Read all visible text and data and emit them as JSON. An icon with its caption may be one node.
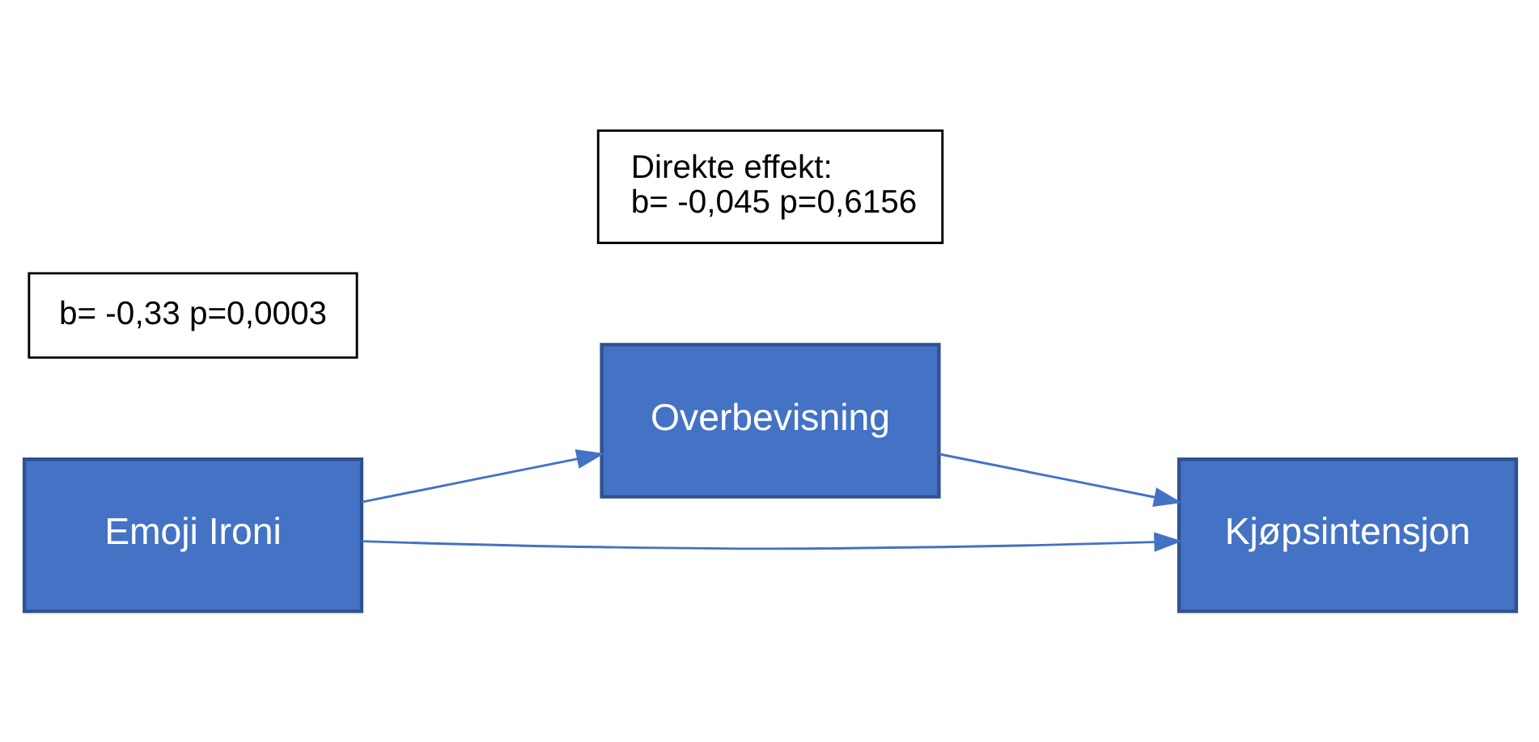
{
  "diagram": {
    "nodes": [
      {
        "text": [
          "Overbevisning"
        ]
      },
      {
        "text": [
          "b= -0,33 p=0,0003"
        ]
      },
      {
        "text": [
          "Emoji Ironi"
        ]
      },
      {
        "text": [
          "Kjøpsintensjon"
        ]
      },
      {
        "text": [
          "Direkte effekt:",
          "b= -0,045 p=0,6156"
        ]
      }
    ],
    "edges": [
      {
        "from": 2,
        "to": 0,
        "arrow": "to"
      },
      {
        "from": 0,
        "to": 3,
        "arrow": "to"
      },
      {
        "from": 2,
        "to": 3,
        "arrow": "to"
      }
    ]
  }
}
